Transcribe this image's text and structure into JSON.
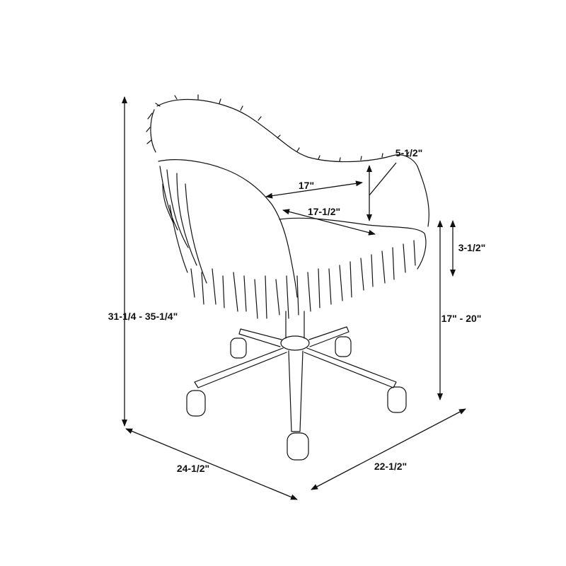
{
  "dimensions": {
    "overall_height": "31-1/4 - 35-1/4\"",
    "seat_width": "17\"",
    "seat_depth": "17-1/2\"",
    "arm_height": "5-1/2\"",
    "seat_thickness": "3-1/2\"",
    "seat_height": "17\" - 20\"",
    "base_width": "24-1/2\"",
    "base_depth": "22-1/2\""
  }
}
